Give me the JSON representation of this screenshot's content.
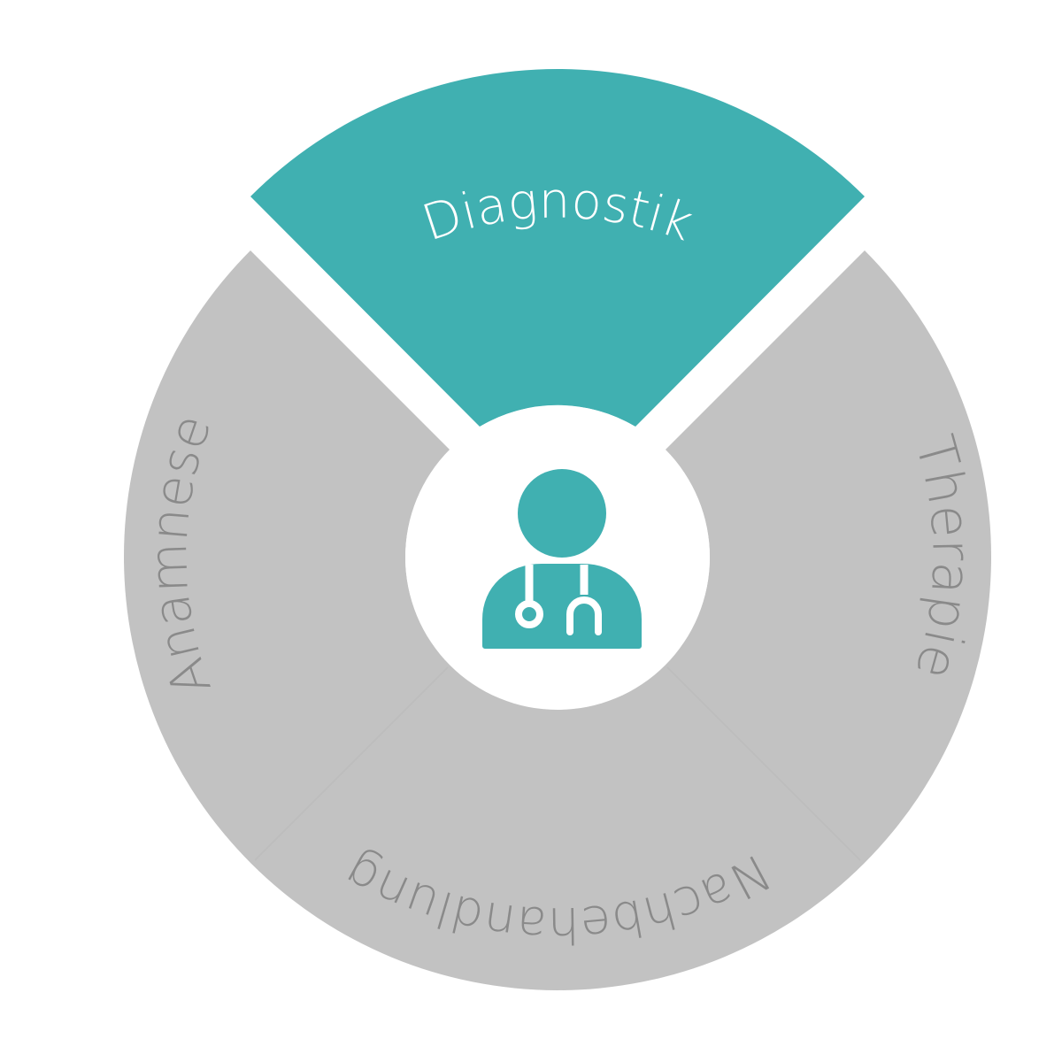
{
  "segments": [
    {
      "id": "diagnostik",
      "label": "Diagnostik",
      "active": true
    },
    {
      "id": "therapie",
      "label": "Therapie",
      "active": false
    },
    {
      "id": "nachbehandlung",
      "label": "Nachbehandlung",
      "active": false
    },
    {
      "id": "anamnese",
      "label": "Anamnese",
      "active": false
    }
  ],
  "center_icon": "doctor-icon",
  "colors": {
    "active": "#40b0b1",
    "inactive": "#c2c2c2",
    "active_text": "#ffffff",
    "inactive_text": "#8a8a8a",
    "center_bg": "#ffffff",
    "background": "#ffffff"
  }
}
